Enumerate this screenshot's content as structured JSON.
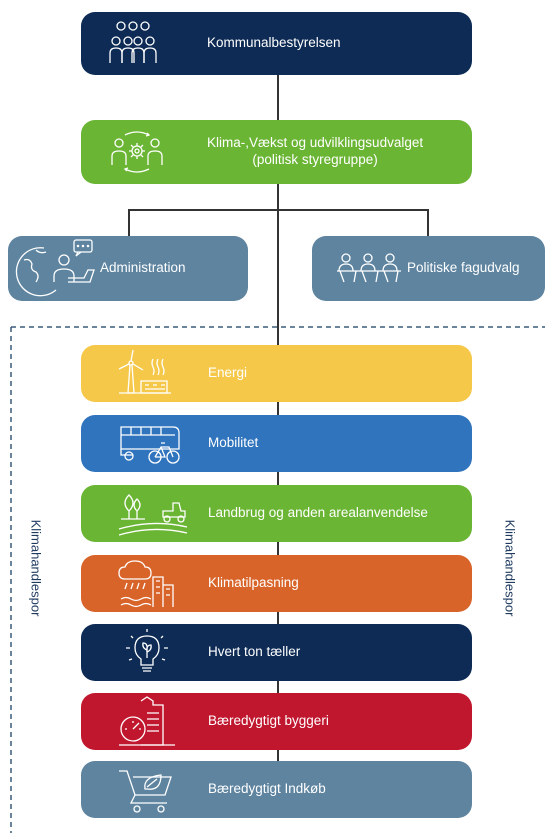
{
  "colors": {
    "navy": "#0d2b55",
    "green": "#6bb535",
    "slate": "#5e84a0",
    "yellow": "#f5c84a",
    "blue": "#2f74bd",
    "orange": "#d8642a",
    "red": "#c0172f",
    "dash": "#3a5a7a"
  },
  "top": {
    "board": "Kommunalbestyrelsen",
    "committee_line1": "Klima-,Vækst og udvilklingsudvalget",
    "committee_line2": "(politisk styregruppe)"
  },
  "branches": {
    "admin": "Administration",
    "political": "Politiske fagudvalg"
  },
  "side_label": "Klimahandlespor",
  "tracks": [
    {
      "label": "Energi",
      "icon": "wind-turbine-factory-icon"
    },
    {
      "label": "Mobilitet",
      "icon": "bus-bicycle-icon"
    },
    {
      "label": "Landbrug og anden arealanvendelse",
      "icon": "farm-tractor-icon"
    },
    {
      "label": "Klimatilpasning",
      "icon": "storm-flood-icon"
    },
    {
      "label": "Hvert ton tæller",
      "icon": "lightbulb-leaf-icon"
    },
    {
      "label": "Bæredygtigt byggeri",
      "icon": "building-gauge-icon"
    },
    {
      "label": "Bæredygtigt Indkøb",
      "icon": "shopping-cart-leaf-icon"
    }
  ]
}
